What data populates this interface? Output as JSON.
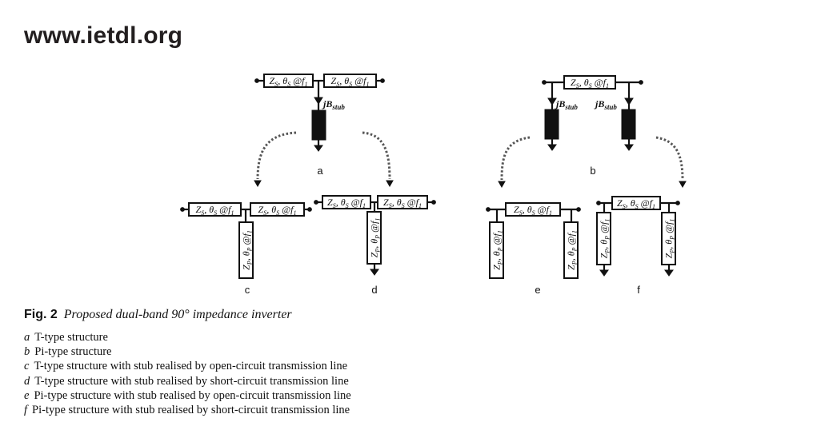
{
  "site": "www.ietdl.org",
  "diagram": {
    "series_line": "Z",
    "series_line_sub": "S",
    "series_line_mid": ", θ",
    "series_line_sub2": "S",
    "series_line_freq": " @f",
    "series_line_freq_sub": "1",
    "stub_line": "Z",
    "stub_line_sub": "P",
    "stub_line_mid": ", θ",
    "stub_line_sub2": "P",
    "stub_line_freq": " @f",
    "stub_line_freq_sub": "1",
    "stub_label": "jB",
    "stub_label_sub": "stub",
    "panels": [
      "a",
      "b",
      "c",
      "d",
      "e",
      "f"
    ]
  },
  "caption": {
    "fig_label": "Fig. 2",
    "title": "Proposed dual-band 90° impedance inverter"
  },
  "items": [
    {
      "key": "a",
      "text": "T-type structure"
    },
    {
      "key": "b",
      "text": "Pi-type structure"
    },
    {
      "key": "c",
      "text": "T-type structure with stub realised by open-circuit transmission line"
    },
    {
      "key": "d",
      "text": "T-type structure with stub realised by short-circuit transmission line"
    },
    {
      "key": "e",
      "text": "Pi-type structure with stub realised by open-circuit transmission line"
    },
    {
      "key": "f",
      "text": "Pi-type structure with stub realised by short-circuit transmission line"
    }
  ]
}
